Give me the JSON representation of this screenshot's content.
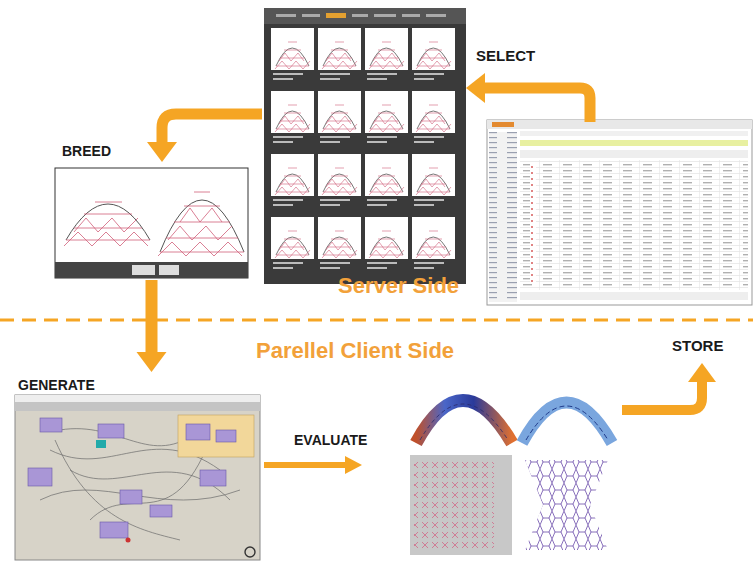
{
  "diagram": {
    "nodes": [
      {
        "text": [
          "BREED"
        ]
      },
      {
        "text": [
          "GENERATE"
        ]
      }
    ],
    "edges": [
      {
        "from": 0,
        "to": 1,
        "arrow": "to"
      }
    ],
    "labels": [
      "SELECT",
      "Server Side",
      "Parellel Client Side",
      "EVALUATE",
      "STORE"
    ]
  }
}
